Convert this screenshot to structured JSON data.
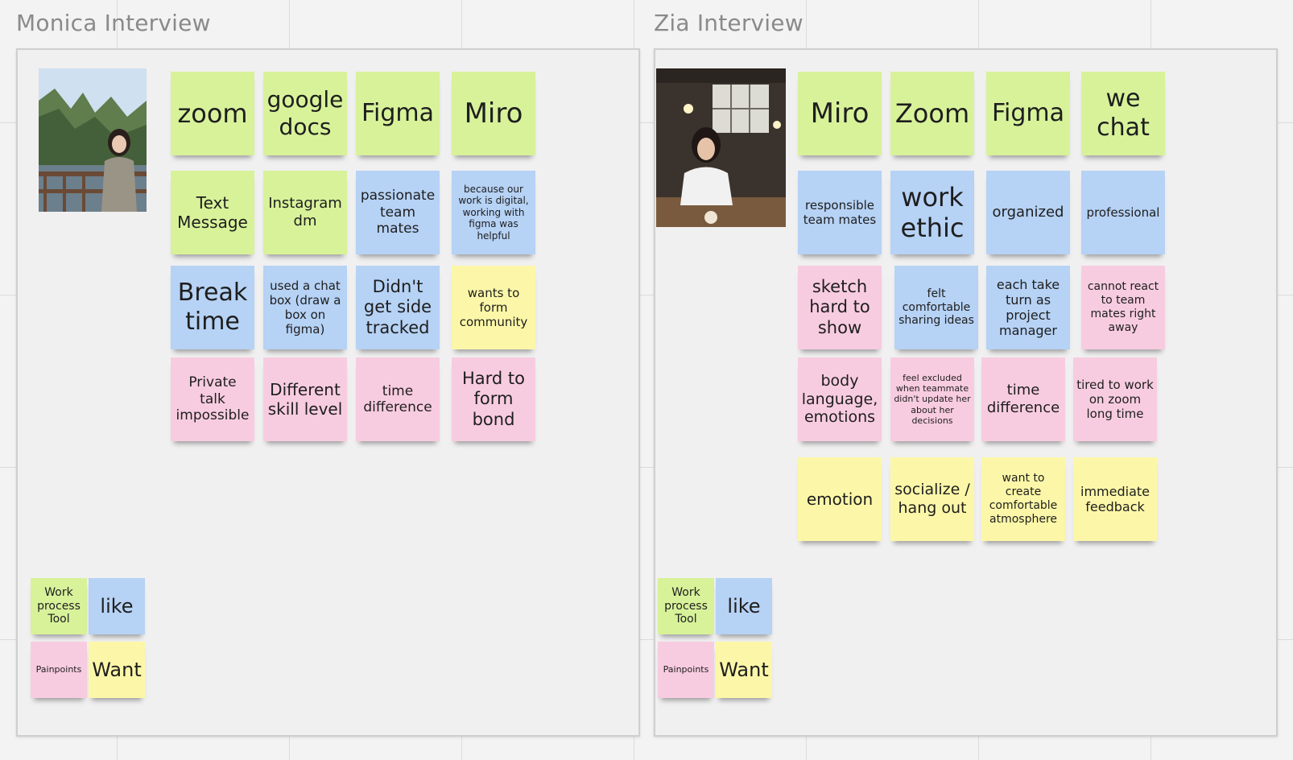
{
  "frames": {
    "monica": {
      "title": "Monica Interview",
      "notes": [
        "zoom",
        "google docs",
        "Figma",
        "Miro",
        "Text Message",
        "Instagram dm",
        "passionate team mates",
        "because our work is digital, working with figma was helpful",
        "Break time",
        "used a chat box (draw a box on figma)",
        "Didn't get side tracked",
        "wants to form community",
        "Private talk impossible",
        "Different skill level",
        "time difference",
        "Hard to form bond"
      ]
    },
    "zia": {
      "title": "Zia Interview",
      "notes": [
        "Miro",
        "Zoom",
        "Figma",
        "we chat",
        "responsible team mates",
        "work ethic",
        "organized",
        "professional",
        "sketch hard to show",
        "felt comfortable sharing ideas",
        "each take turn as project manager",
        "cannot react to team mates right away",
        "body language, emotions",
        "feel excluded when teammate didn't update her about her decisions",
        "time difference",
        "tired to work on zoom long time",
        "emotion",
        "socialize / hang out",
        "want to create comfortable atmosphere",
        "immediate feedback"
      ]
    }
  },
  "legend": {
    "tool": "Work process Tool",
    "like": "like",
    "pain": "Painpoints",
    "want": "Want"
  },
  "colors": {
    "tool": "#d8f29a",
    "like": "#b6d2f5",
    "want": "#fcf7a8",
    "pain": "#f8cce0"
  }
}
